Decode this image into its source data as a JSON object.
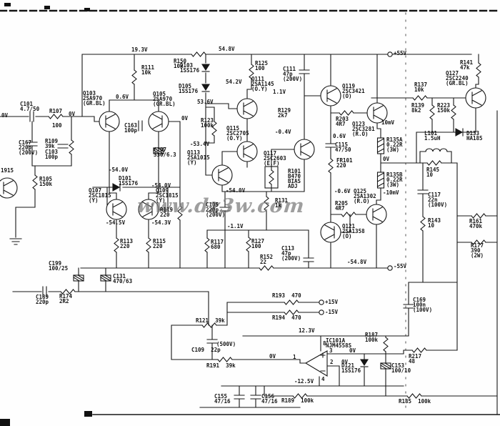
{
  "page": {
    "background": "#fefefe",
    "ink": "#161616",
    "watermark_color": "#7d7d7d"
  },
  "watermark": "www.dz3w.com",
  "labels": {
    "v19_3": "19.3V",
    "r111": "R111\n10k",
    "q103": "Q103\n2SA970\n(GR.BL)",
    "v0_6a": "0.6V",
    "q105": "Q105\n2SA970\n(GR.BL)",
    "c101": "C101\n4.7/50",
    "v0_in": "0V",
    "r107": "R107",
    "r107v": "100",
    "v0_mid": "0V",
    "c167": "C167\n220p\n(200V)",
    "r109": "R109\n39k",
    "c103": "C103\n100p",
    "r105": "R105\n150k",
    "q_in": "1915",
    "c163": "C163\n100p",
    "c107": "C107\n330/6.3",
    "v0_q105": "0V",
    "r150": "R150\n10k",
    "d103": "D103\n1SS176",
    "d105": "D105\n1SS176",
    "v54_8": "54.8V",
    "v54_2": "54.2V",
    "v53_6": "53.6V",
    "r125": "R125\n100",
    "q111": "Q111\n2SA1145\n(O.Y)",
    "r123": "R123\n100k",
    "q115": "Q115\n2SC2705\n(O.Y)",
    "v53_4n": "-53.4V",
    "q113": "Q113\n2SA1015\n(Y)",
    "v54_0a": "-54.0V",
    "d101": "D101\n1SS176",
    "v54_0b": "-54.0V",
    "q107": "Q107\n2SC1815\n(Y)",
    "q109": "Q109\n2SC1815\n(Y)",
    "v54_5n": "-54.5V",
    "v54_3n": "-54.3V",
    "r119": "R119\n220",
    "r113": "R113\n220",
    "r115": "R115\n220",
    "r117": "R117\n680",
    "v54_0c": "-54.0V",
    "c105": "C105\n220p\n(200V)",
    "q117": "Q117\n2SC2603\n(E.F)",
    "vr101": "R101\nB470\nBIAS\nADJ",
    "r131": "R131\n1k",
    "v1_1": "1.1V",
    "r129": "R129\n2k7",
    "v0_4n": "-0.4V",
    "c111": "C111\n47p\n(200V)",
    "v1_1n": "-1.1V",
    "r127": "R127\n100",
    "r152": "R152\n22",
    "c113": "C113\n47p\n(200V)",
    "q119": "Q119\n2SC3421\n(O)",
    "r203": "R203\n4R7",
    "q123": "Q123\n2SC3281\n(R.O)",
    "v0_6b": "0.6V",
    "v55p": "+55V",
    "v10mv": "10mV",
    "r137": "R137\n10k",
    "r139": "R139\n8k2",
    "r223": "R223\n150k",
    "r141": "R141\n47k",
    "q127": "Q127\n2SC2240\n(GR.BL)",
    "l101": "L101\n1.5uH",
    "d133": "D133\nHA185",
    "r135a": "R135A\n0.22R\n(3W)",
    "v0_out": "0V",
    "r135b": "R135B\n0.22R\n(3W)",
    "v10mvn": "-10mV",
    "r145": "R145\n10",
    "c117": "C117\n22n\n(100V)",
    "r143": "R143\n10",
    "r161": "R161\n470k",
    "r177": "R177\n390\n(2W)",
    "c115": "C115\n47/50",
    "fr101": "FR101\n220",
    "v0_6n": "-0.6V",
    "q125": "Q125\n2SA1302\n(R.O)",
    "r205": "R205\n4R7",
    "q121": "Q121\n2SA1358\n(O)",
    "v54_8n": "-54.8V",
    "v55n": "-55V",
    "c199": "C199\n100/25",
    "r174": "R174\n2R2",
    "c189": "C189\n220p",
    "c131": "C131\n470/63",
    "r193": "R193  470",
    "r194": "R194  470",
    "v15p": "+15V",
    "v15n": "-15V",
    "r121": "R121  39k",
    "v12_3": "12.3V",
    "c109v": "(500V)",
    "c109": "C109  22p",
    "r191": "R191  39k",
    "ic101": "IC101A\nNJM4558S",
    "pin8": "8",
    "pin3": "3",
    "v0_p3": "0V",
    "pin2": "2",
    "v0_p2": "0V",
    "pin1": "1",
    "v0_p1": "0V",
    "pin4": "4",
    "v12_5n": "-12.5V",
    "d121": "D121\n1SS176",
    "c153": "C153\n100/10",
    "r187": "R187\n100k",
    "r217": "R217\n48",
    "c169": "C169\n100n\n(100V)",
    "c155": "C155\n47/16",
    "c156": "C156\n47/16",
    "r189": "R189  100k",
    "r185": "R185  100k"
  }
}
